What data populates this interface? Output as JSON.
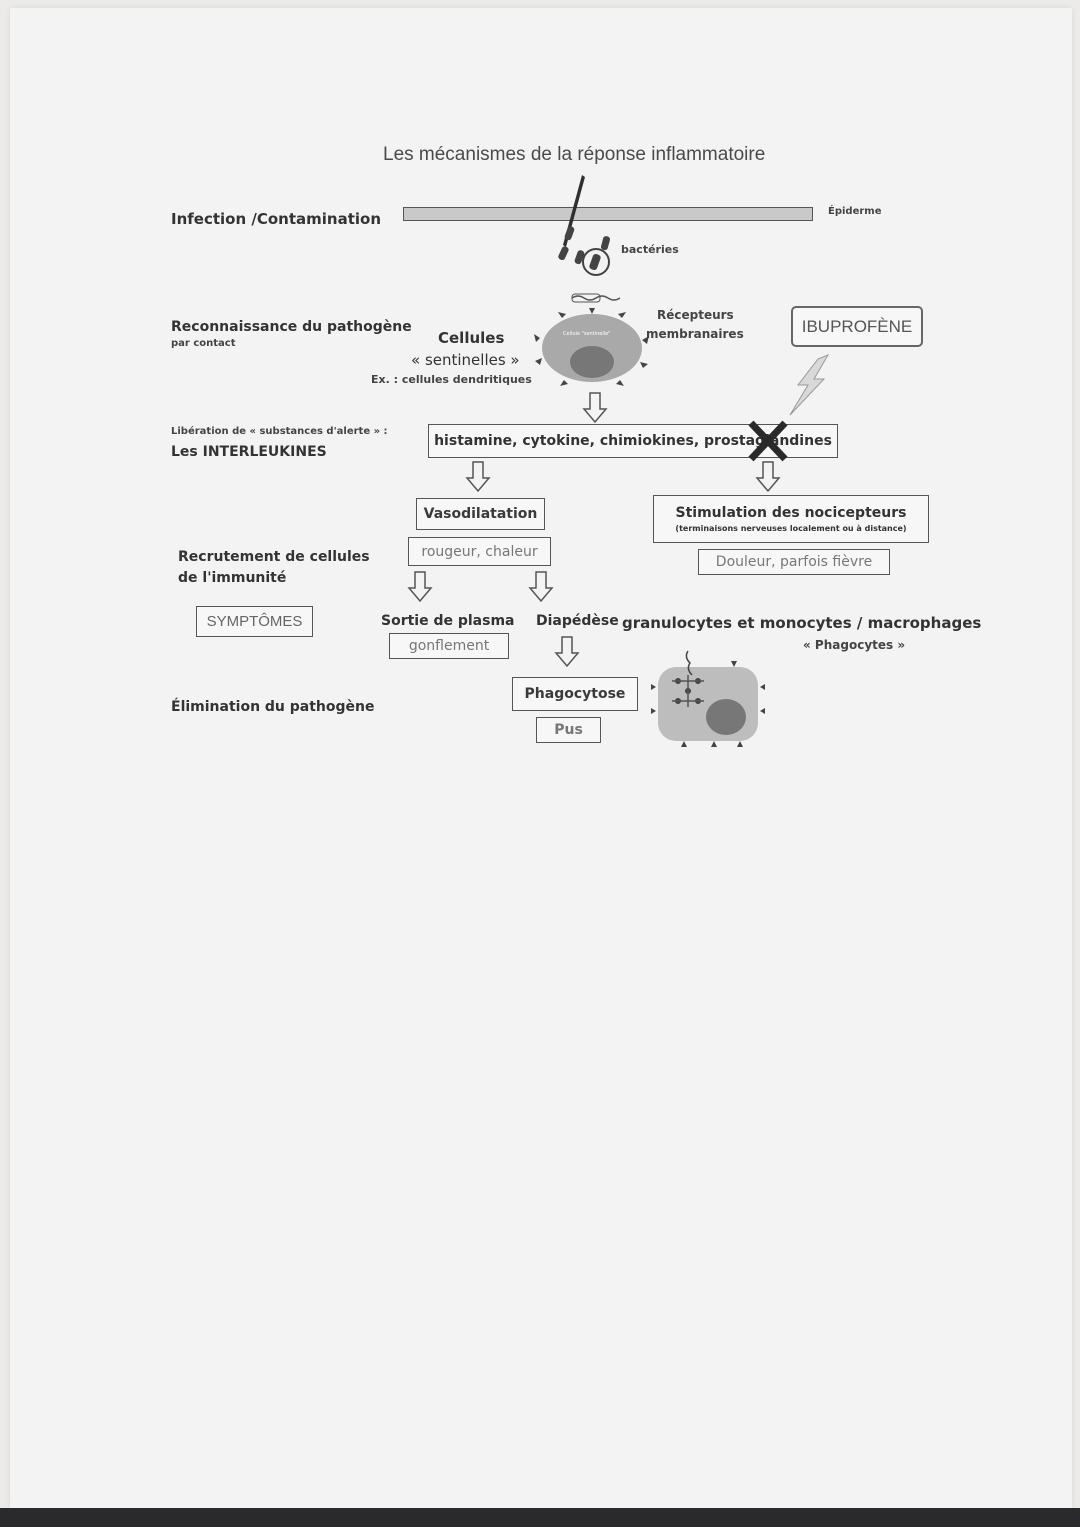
{
  "title": "Les mécanismes de la réponse inflammatoire",
  "rows": {
    "infection": "Infection /Contamination",
    "reconnaissance": "Reconnaissance du pathogène",
    "reconnaissance_sub": "par contact",
    "liberation": "Libération de « substances d'alerte » :",
    "interleukines": "Les INTERLEUKINES",
    "recrutement_1": "Recrutement de cellules",
    "recrutement_2": "de l'immunité",
    "elimination": "Élimination du pathogène"
  },
  "labels": {
    "epiderme": "Épiderme",
    "bacteries": "bactéries",
    "cellules": "Cellules",
    "sentinelles": "« sentinelles »",
    "exemple": "Ex. : cellules dendritiques",
    "recepteurs_1": "Récepteurs",
    "recepteurs_2": "membranaires",
    "cell_inner": "Cellule \"sentinelle\"",
    "sortie_plasma": "Sortie de plasma",
    "diapedese": "Diapédèse",
    "granulocytes": "granulocytes et monocytes / macrophages",
    "phagocytes": "« Phagocytes »"
  },
  "boxes": {
    "ibuprofene": "IBUPROFÈNE",
    "substances": "histamine, cytokine, chimiokines, prostaglandines",
    "vasodilatation": "Vasodilatation",
    "rougeur": "rougeur, chaleur",
    "nocicepteurs": "Stimulation des nocicepteurs",
    "nocicepteurs_sub": "(terminaisons nerveuses localement ou à distance)",
    "douleur": "Douleur, parfois fièvre",
    "symptomes": "SYMPTÔMES",
    "gonflement": "gonflement",
    "phagocytose": "Phagocytose",
    "pus": "Pus"
  },
  "icons": [
    "needle-icon",
    "bacteria-icon",
    "sentinel-cell-icon",
    "lightning-icon",
    "cross-icon",
    "phagocyte-icon",
    "down-arrow-icon"
  ],
  "colors": {
    "ink": "#333333",
    "box_border": "#555555",
    "cell_gray": "#a9a9a9",
    "nucleus": "#777777"
  }
}
